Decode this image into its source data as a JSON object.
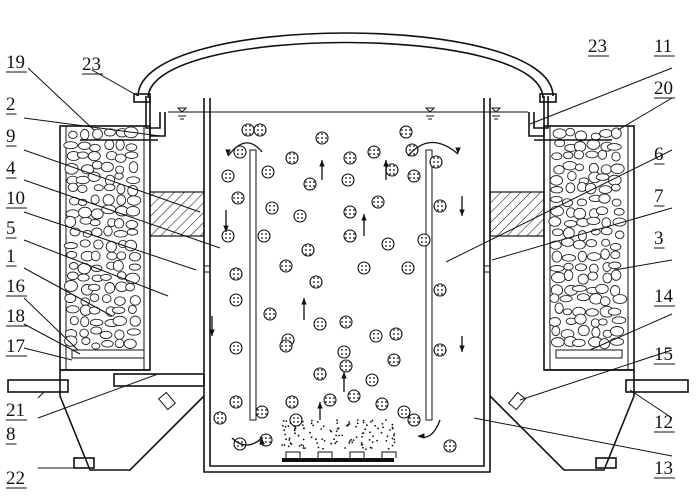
{
  "figure": {
    "callouts_left": [
      "19",
      "23",
      "2",
      "9",
      "4",
      "10",
      "5",
      "1",
      "16",
      "18",
      "17",
      "21",
      "8",
      "22"
    ],
    "callouts_right": [
      "23",
      "11",
      "20",
      "6",
      "7",
      "3",
      "14",
      "15",
      "12",
      "13"
    ]
  },
  "colors": {
    "line": "#111111",
    "background": "#ffffff",
    "hatch": "#111111"
  },
  "elements": {
    "dome": "arched-cover",
    "reactor": "central-reactor-vessel",
    "left_filter": "left-pebble-filter-column",
    "right_filter": "right-pebble-filter-column",
    "left_pipe": "left-outlet-pipe",
    "right_pipe": "right-outlet-pipe",
    "carriers": "suspended-carrier-balls",
    "aerators": "bottom-aerator-discs"
  }
}
